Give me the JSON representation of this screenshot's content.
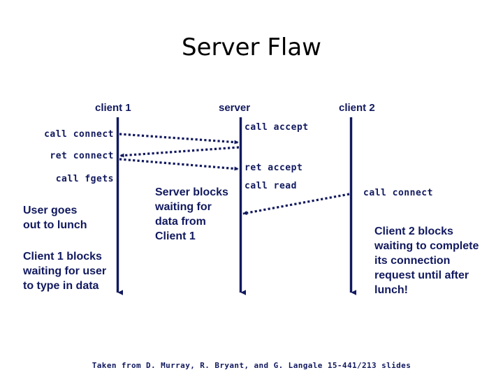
{
  "slide": {
    "title": "Server Flaw",
    "footer": "Taken from D. Murray, R. Bryant, and G. Langale 15-441/213 slides",
    "background_color": "#ffffff",
    "accent_color": "#11195e",
    "title_color": "#000000"
  },
  "lanes": [
    {
      "id": "client1",
      "label": "client 1"
    },
    {
      "id": "server",
      "label": "server"
    },
    {
      "id": "client2",
      "label": "client 2"
    }
  ],
  "calls": {
    "client1_call_connect": "call connect",
    "client1_ret_connect": "ret connect",
    "client1_call_fgets": "call fgets",
    "server_call_accept": "call accept",
    "server_ret_accept": "ret accept",
    "server_call_read": "call read",
    "client2_call_connect": "call connect"
  },
  "notes": {
    "client1_user_lunch": "User goes\nout to lunch",
    "client1_blocks": "Client 1 blocks\nwaiting for user\nto type in data",
    "server_blocks": "Server blocks\nwaiting for\ndata from\nClient 1",
    "client2_blocks": "Client 2 blocks\nwaiting to complete\nits connection\nrequest until after\nlunch!"
  }
}
